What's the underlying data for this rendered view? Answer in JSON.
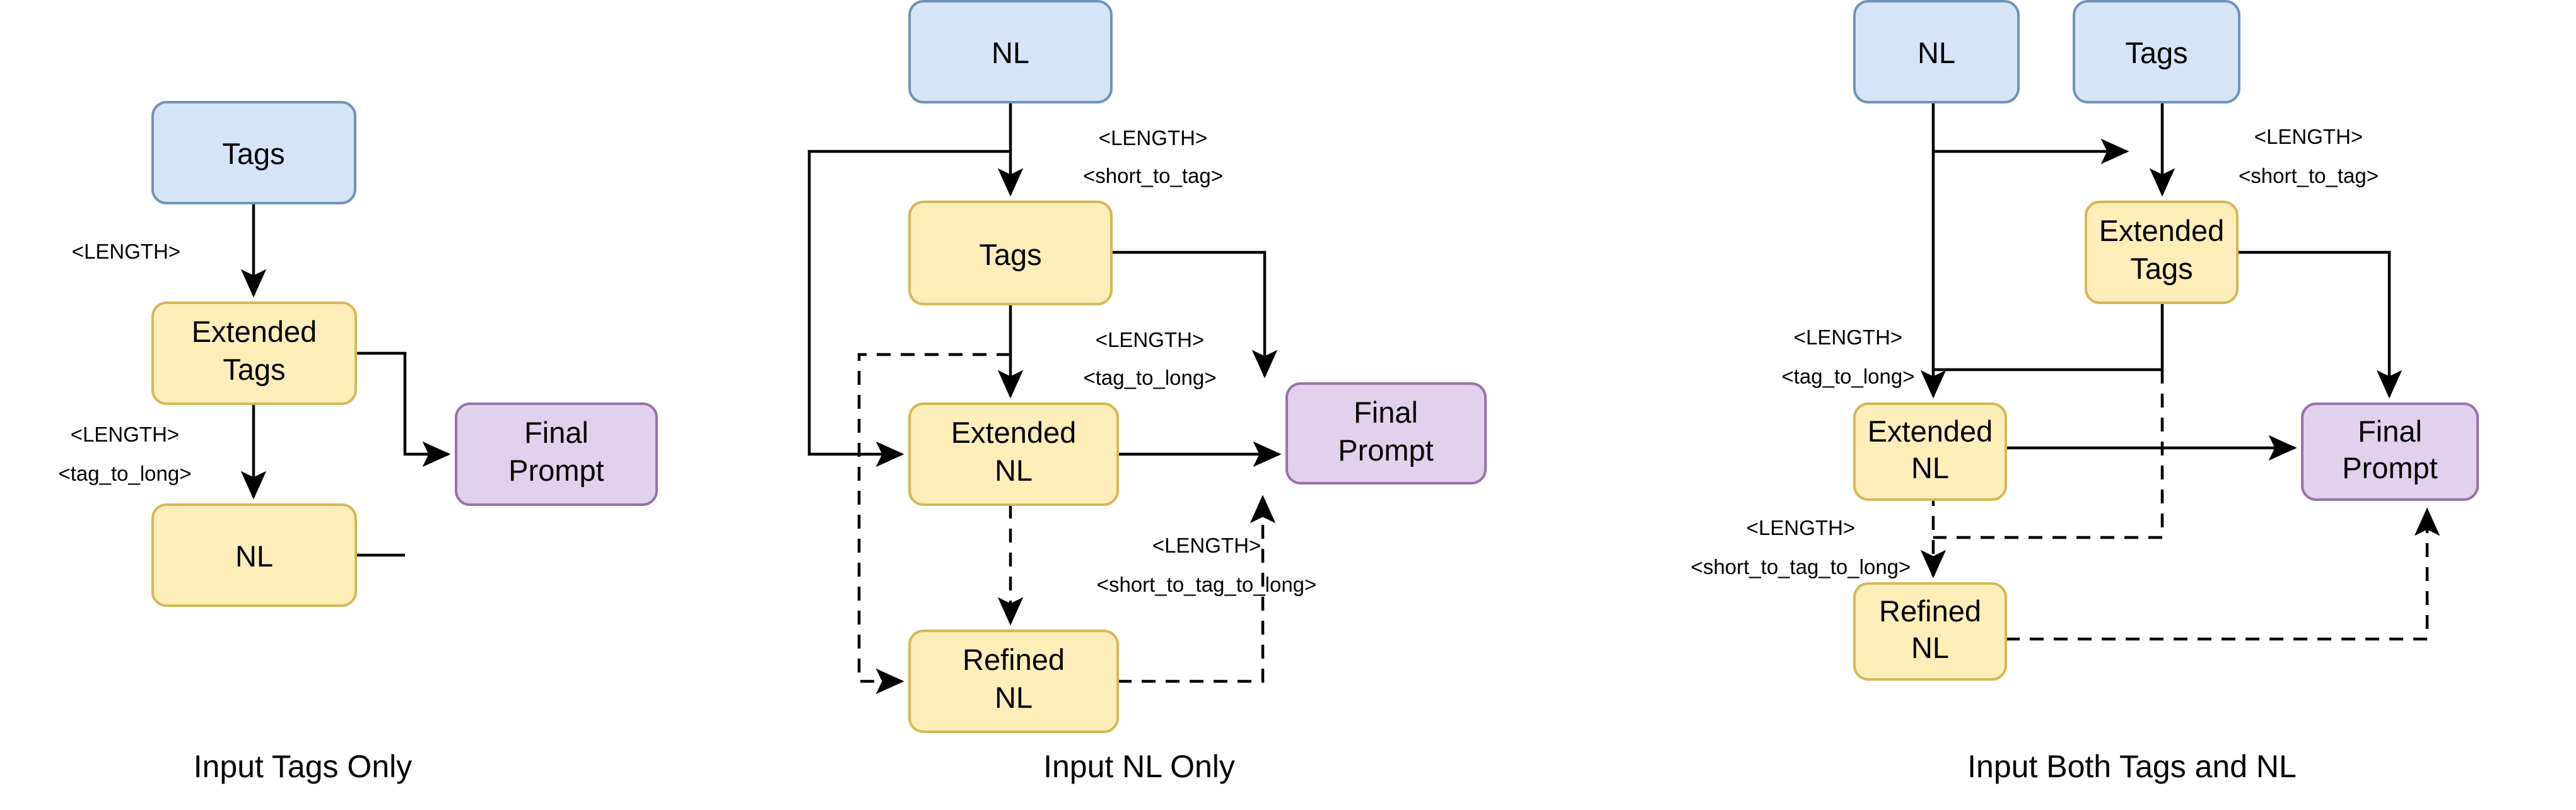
{
  "figure": {
    "type": "diagram",
    "description": "Three flowchart variants showing prompt-construction pipelines",
    "colors": {
      "input_fill": "#d6e4f7",
      "input_stroke": "#7291b8",
      "intermediate_fill": "#fdeeb9",
      "intermediate_stroke": "#d6b656",
      "output_fill": "#e1d1ec",
      "output_stroke": "#9673a6",
      "edge": "#000000",
      "background": "#ffffff"
    }
  },
  "panels": [
    {
      "id": "panel-tags-only",
      "caption": "Input Tags Only",
      "nodes": [
        {
          "id": "tags",
          "label": "Tags",
          "kind": "input"
        },
        {
          "id": "ext_tags",
          "label": "Extended\nTags",
          "line1": "Extended",
          "line2": "Tags",
          "kind": "intermediate"
        },
        {
          "id": "nl",
          "label": "NL",
          "kind": "intermediate"
        },
        {
          "id": "final",
          "label": "Final\nPrompt",
          "line1": "Final",
          "line2": "Prompt",
          "kind": "output"
        }
      ],
      "edges": [
        {
          "from": "tags",
          "to": "ext_tags",
          "style": "solid",
          "label": "<LENGTH>"
        },
        {
          "from": "ext_tags",
          "to": "nl",
          "style": "solid",
          "label": "<LENGTH>\n<tag_to_long>",
          "line1": "<LENGTH>",
          "line2": "<tag_to_long>"
        },
        {
          "from": "ext_tags",
          "to": "final",
          "style": "solid",
          "label": ""
        },
        {
          "from": "nl",
          "to": "final",
          "style": "solid",
          "label": ""
        }
      ],
      "edge_labels": [
        {
          "id": "l1",
          "text": "<LENGTH>"
        },
        {
          "id": "l2a",
          "text": "<LENGTH>"
        },
        {
          "id": "l2b",
          "text": "<tag_to_long>"
        }
      ]
    },
    {
      "id": "panel-nl-only",
      "caption": "Input NL Only",
      "nodes": [
        {
          "id": "nl_in",
          "label": "NL",
          "kind": "input"
        },
        {
          "id": "tags",
          "label": "Tags",
          "kind": "intermediate"
        },
        {
          "id": "ext_nl",
          "label": "Extended\nNL",
          "line1": "Extended",
          "line2": "NL",
          "kind": "intermediate"
        },
        {
          "id": "ref_nl",
          "label": "Refined\nNL",
          "line1": "Refined",
          "line2": "NL",
          "kind": "intermediate"
        },
        {
          "id": "final",
          "label": "Final\nPrompt",
          "line1": "Final",
          "line2": "Prompt",
          "kind": "output"
        }
      ],
      "edges": [
        {
          "from": "nl_in",
          "to": "tags",
          "style": "solid",
          "label": "<LENGTH>\n<short_to_tag>"
        },
        {
          "from": "nl_in",
          "to": "ext_nl",
          "style": "solid",
          "label": ""
        },
        {
          "from": "tags",
          "to": "ext_nl",
          "style": "solid",
          "label": "<LENGTH>\n<tag_to_long>"
        },
        {
          "from": "tags",
          "to": "final",
          "style": "solid",
          "label": ""
        },
        {
          "from": "ext_nl",
          "to": "final",
          "style": "solid",
          "label": ""
        },
        {
          "from": "ext_nl",
          "to": "ref_nl",
          "style": "dashed",
          "label": "<LENGTH>\n<short_to_tag_to_long>"
        },
        {
          "from": "tags",
          "to": "ref_nl",
          "style": "dashed",
          "label": ""
        },
        {
          "from": "ref_nl",
          "to": "final",
          "style": "dashed",
          "label": ""
        }
      ],
      "edge_labels": [
        {
          "id": "m1a",
          "text": "<LENGTH>"
        },
        {
          "id": "m1b",
          "text": "<short_to_tag>"
        },
        {
          "id": "m2a",
          "text": "<LENGTH>"
        },
        {
          "id": "m2b",
          "text": "<tag_to_long>"
        },
        {
          "id": "m3a",
          "text": "<LENGTH>"
        },
        {
          "id": "m3b",
          "text": "<short_to_tag_to_long>"
        }
      ]
    },
    {
      "id": "panel-both",
      "caption": "Input Both Tags and NL",
      "nodes": [
        {
          "id": "nl_in",
          "label": "NL",
          "kind": "input"
        },
        {
          "id": "tags_in",
          "label": "Tags",
          "kind": "input"
        },
        {
          "id": "ext_tags",
          "label": "Extended\nTags",
          "line1": "Extended",
          "line2": "Tags",
          "kind": "intermediate"
        },
        {
          "id": "ext_nl",
          "label": "Extended\nNL",
          "line1": "Extended",
          "line2": "NL",
          "kind": "intermediate"
        },
        {
          "id": "ref_nl",
          "label": "Refined\nNL",
          "line1": "Refined",
          "line2": "NL",
          "kind": "intermediate"
        },
        {
          "id": "final",
          "label": "Final\nPrompt",
          "line1": "Final",
          "line2": "Prompt",
          "kind": "output"
        }
      ],
      "edges": [
        {
          "from": "nl_in",
          "to": "tags_in",
          "style": "solid",
          "label": ""
        },
        {
          "from": "tags_in",
          "to": "ext_tags",
          "style": "solid",
          "label": "<LENGTH>\n<short_to_tag>"
        },
        {
          "from": "nl_in",
          "to": "ext_nl",
          "style": "solid",
          "label": ""
        },
        {
          "from": "ext_tags",
          "to": "ext_nl",
          "style": "solid",
          "label": "<LENGTH>\n<tag_to_long>"
        },
        {
          "from": "ext_tags",
          "to": "final",
          "style": "solid",
          "label": ""
        },
        {
          "from": "ext_nl",
          "to": "final",
          "style": "solid",
          "label": ""
        },
        {
          "from": "ext_nl",
          "to": "ref_nl",
          "style": "dashed",
          "label": "<LENGTH>\n<short_to_tag_to_long>"
        },
        {
          "from": "ext_tags",
          "to": "ref_nl",
          "style": "dashed",
          "label": ""
        },
        {
          "from": "ref_nl",
          "to": "final",
          "style": "dashed",
          "label": ""
        }
      ],
      "edge_labels": [
        {
          "id": "r1a",
          "text": "<LENGTH>"
        },
        {
          "id": "r1b",
          "text": "<short_to_tag>"
        },
        {
          "id": "r2a",
          "text": "<LENGTH>"
        },
        {
          "id": "r2b",
          "text": "<tag_to_long>"
        },
        {
          "id": "r3a",
          "text": "<LENGTH>"
        },
        {
          "id": "r3b",
          "text": "<short_to_tag_to_long>"
        }
      ]
    }
  ]
}
